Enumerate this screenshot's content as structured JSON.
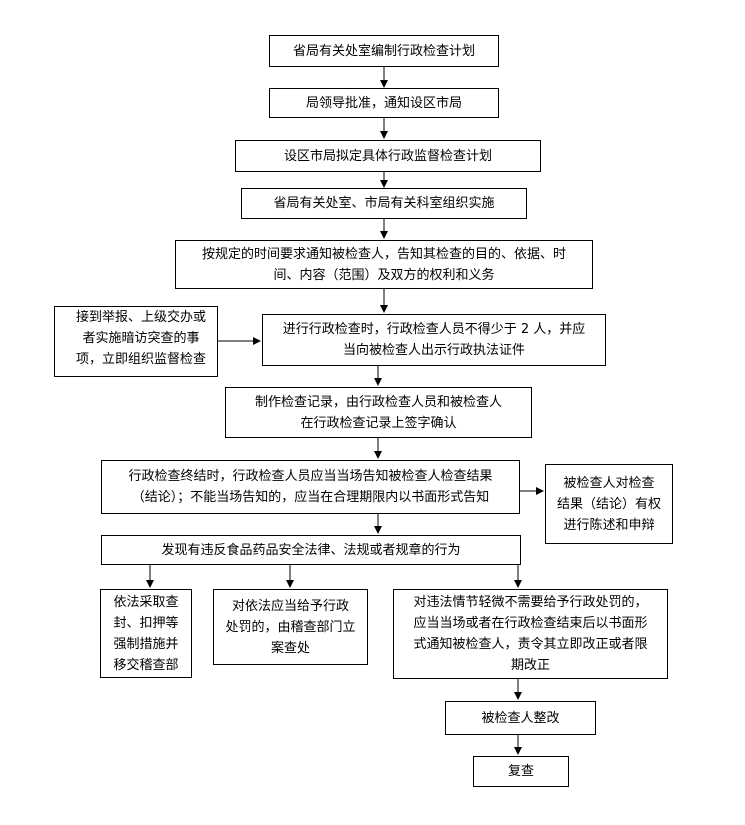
{
  "flow": {
    "n1": "省局有关处室编制行政检查计划",
    "n2": "局领导批准，通知设区市局",
    "n3": "设区市局拟定具体行政监督检查计划",
    "n4": "省局有关处室、市局有关科室组织实施",
    "n5": [
      "按规定的时间要求通知被检查人，告知其检查的目的、依据、时",
      "间、内容（范围）及双方的权利和义务"
    ],
    "report": [
      "接到举报、上级交办或",
      "者实施暗访突查的事",
      "项，立即组织监督检查"
    ],
    "n6": [
      "进行行政检查时，行政检查人员不得少于 2 人，并应",
      "当向被检查人出示行政执法证件"
    ],
    "n7": [
      "制作检查记录，由行政检查人员和被检查人",
      "在行政检查记录上签字确认"
    ],
    "n8": [
      "行政检查终结时，行政检查人员应当当场告知被检查人检查结果",
      "（结论）；不能当场告知的，应当在合理期限内以书面形式告知"
    ],
    "appeal": [
      "被检查人对检查",
      "结果（结论）有权",
      "进行陈述和申辩"
    ],
    "n9": "发现有违反食品药品安全法律、法规或者规章的行为",
    "b1": [
      "依法采取查",
      "封、扣押等",
      "强制措施并",
      "移交稽查部"
    ],
    "b2": [
      "对依法应当给予行政",
      "处罚的，由稽查部门立",
      "案查处"
    ],
    "b3": [
      "对违法情节轻微不需要给予行政处罚的，",
      "应当当场或者在行政检查结束后以书面形",
      "式通知被检查人，责令其立即改正或者限",
      "期改正"
    ],
    "n10": "被检查人整改",
    "n11": "复查"
  }
}
